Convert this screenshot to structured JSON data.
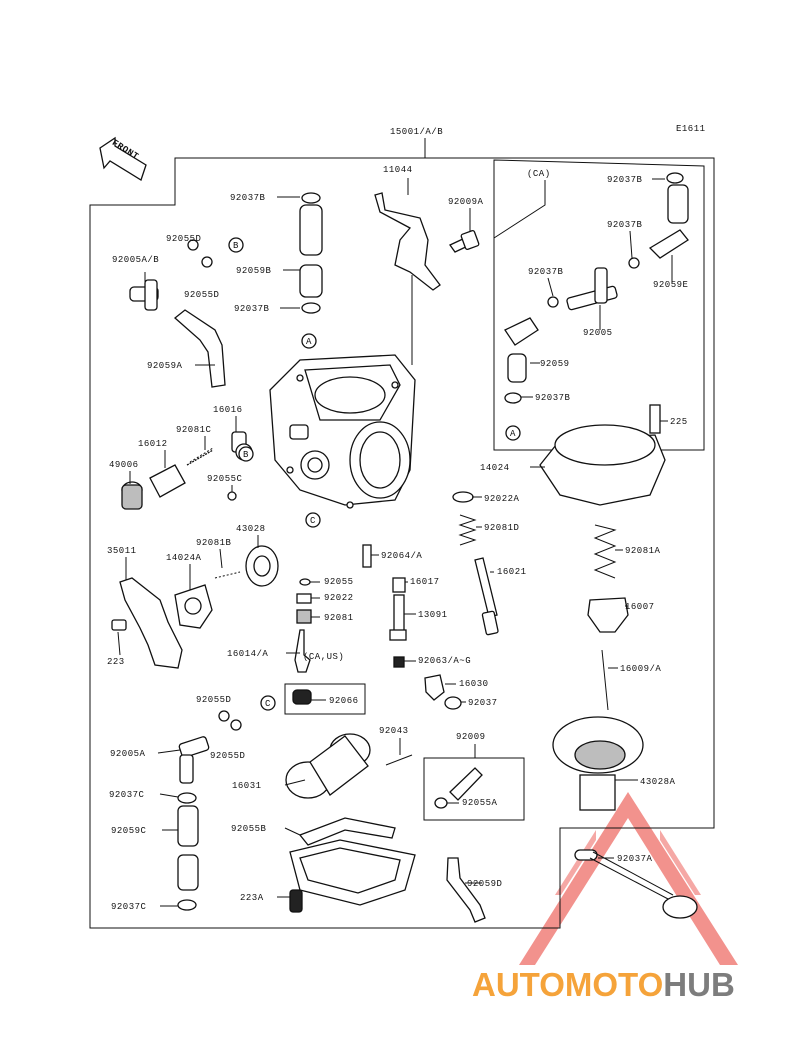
{
  "diagram": {
    "code": "E1611",
    "front_label": "FRONT",
    "assembly_label": "15001/A/B",
    "ca_label": "(CA)",
    "ca_us_label": "(CA,US)"
  },
  "callouts": [
    "A",
    "B",
    "C"
  ],
  "parts": [
    {
      "id": "p0",
      "label": "11044"
    },
    {
      "id": "p1",
      "label": "92009A"
    },
    {
      "id": "p2",
      "label": "92037B"
    },
    {
      "id": "p3",
      "label": "92055D"
    },
    {
      "id": "p4",
      "label": "92005A/B"
    },
    {
      "id": "p5",
      "label": "92059B"
    },
    {
      "id": "p6",
      "label": "92055D"
    },
    {
      "id": "p7",
      "label": "92037B"
    },
    {
      "id": "p8",
      "label": "92059A"
    },
    {
      "id": "p9",
      "label": "16016"
    },
    {
      "id": "p10",
      "label": "92081C"
    },
    {
      "id": "p11",
      "label": "16012"
    },
    {
      "id": "p12",
      "label": "49006"
    },
    {
      "id": "p13",
      "label": "92055C"
    },
    {
      "id": "p14",
      "label": "43028"
    },
    {
      "id": "p15",
      "label": "92081B"
    },
    {
      "id": "p16",
      "label": "14024A"
    },
    {
      "id": "p17",
      "label": "35011"
    },
    {
      "id": "p18",
      "label": "223"
    },
    {
      "id": "p19",
      "label": "92037B"
    },
    {
      "id": "p20",
      "label": "92037B"
    },
    {
      "id": "p21",
      "label": "92059E"
    },
    {
      "id": "p22",
      "label": "92037B"
    },
    {
      "id": "p23",
      "label": "92005"
    },
    {
      "id": "p24",
      "label": "92059"
    },
    {
      "id": "p25",
      "label": "92037B"
    },
    {
      "id": "p26",
      "label": "225"
    },
    {
      "id": "p27",
      "label": "14024"
    },
    {
      "id": "p28",
      "label": "92022A"
    },
    {
      "id": "p29",
      "label": "92081D"
    },
    {
      "id": "p30",
      "label": "92064/A"
    },
    {
      "id": "p31",
      "label": "16021"
    },
    {
      "id": "p32",
      "label": "92081A"
    },
    {
      "id": "p33",
      "label": "92055"
    },
    {
      "id": "p34",
      "label": "16017"
    },
    {
      "id": "p35",
      "label": "92022"
    },
    {
      "id": "p36",
      "label": "92081"
    },
    {
      "id": "p37",
      "label": "13091"
    },
    {
      "id": "p38",
      "label": "16007"
    },
    {
      "id": "p39",
      "label": "16014/A"
    },
    {
      "id": "p40",
      "label": "92063/A~G"
    },
    {
      "id": "p41",
      "label": "16009/A"
    },
    {
      "id": "p42",
      "label": "16030"
    },
    {
      "id": "p43",
      "label": "92066"
    },
    {
      "id": "p44",
      "label": "92037"
    },
    {
      "id": "p45",
      "label": "92055D"
    },
    {
      "id": "p46",
      "label": "92043"
    },
    {
      "id": "p47",
      "label": "92009"
    },
    {
      "id": "p48",
      "label": "92005A"
    },
    {
      "id": "p49",
      "label": "92055D"
    },
    {
      "id": "p50",
      "label": "16031"
    },
    {
      "id": "p51",
      "label": "92055A"
    },
    {
      "id": "p52",
      "label": "43028A"
    },
    {
      "id": "p53",
      "label": "92037C"
    },
    {
      "id": "p54",
      "label": "92059C"
    },
    {
      "id": "p55",
      "label": "92055B"
    },
    {
      "id": "p56",
      "label": "92037A"
    },
    {
      "id": "p57",
      "label": "92059D"
    },
    {
      "id": "p58",
      "label": "223A"
    },
    {
      "id": "p59",
      "label": "92037C"
    }
  ],
  "watermark": {
    "part1": "AUTOMOTO",
    "part2": "HUB",
    "color1": "#f5a33a",
    "color2": "#7d7d7d",
    "triangle_color": "#f07f7a"
  }
}
